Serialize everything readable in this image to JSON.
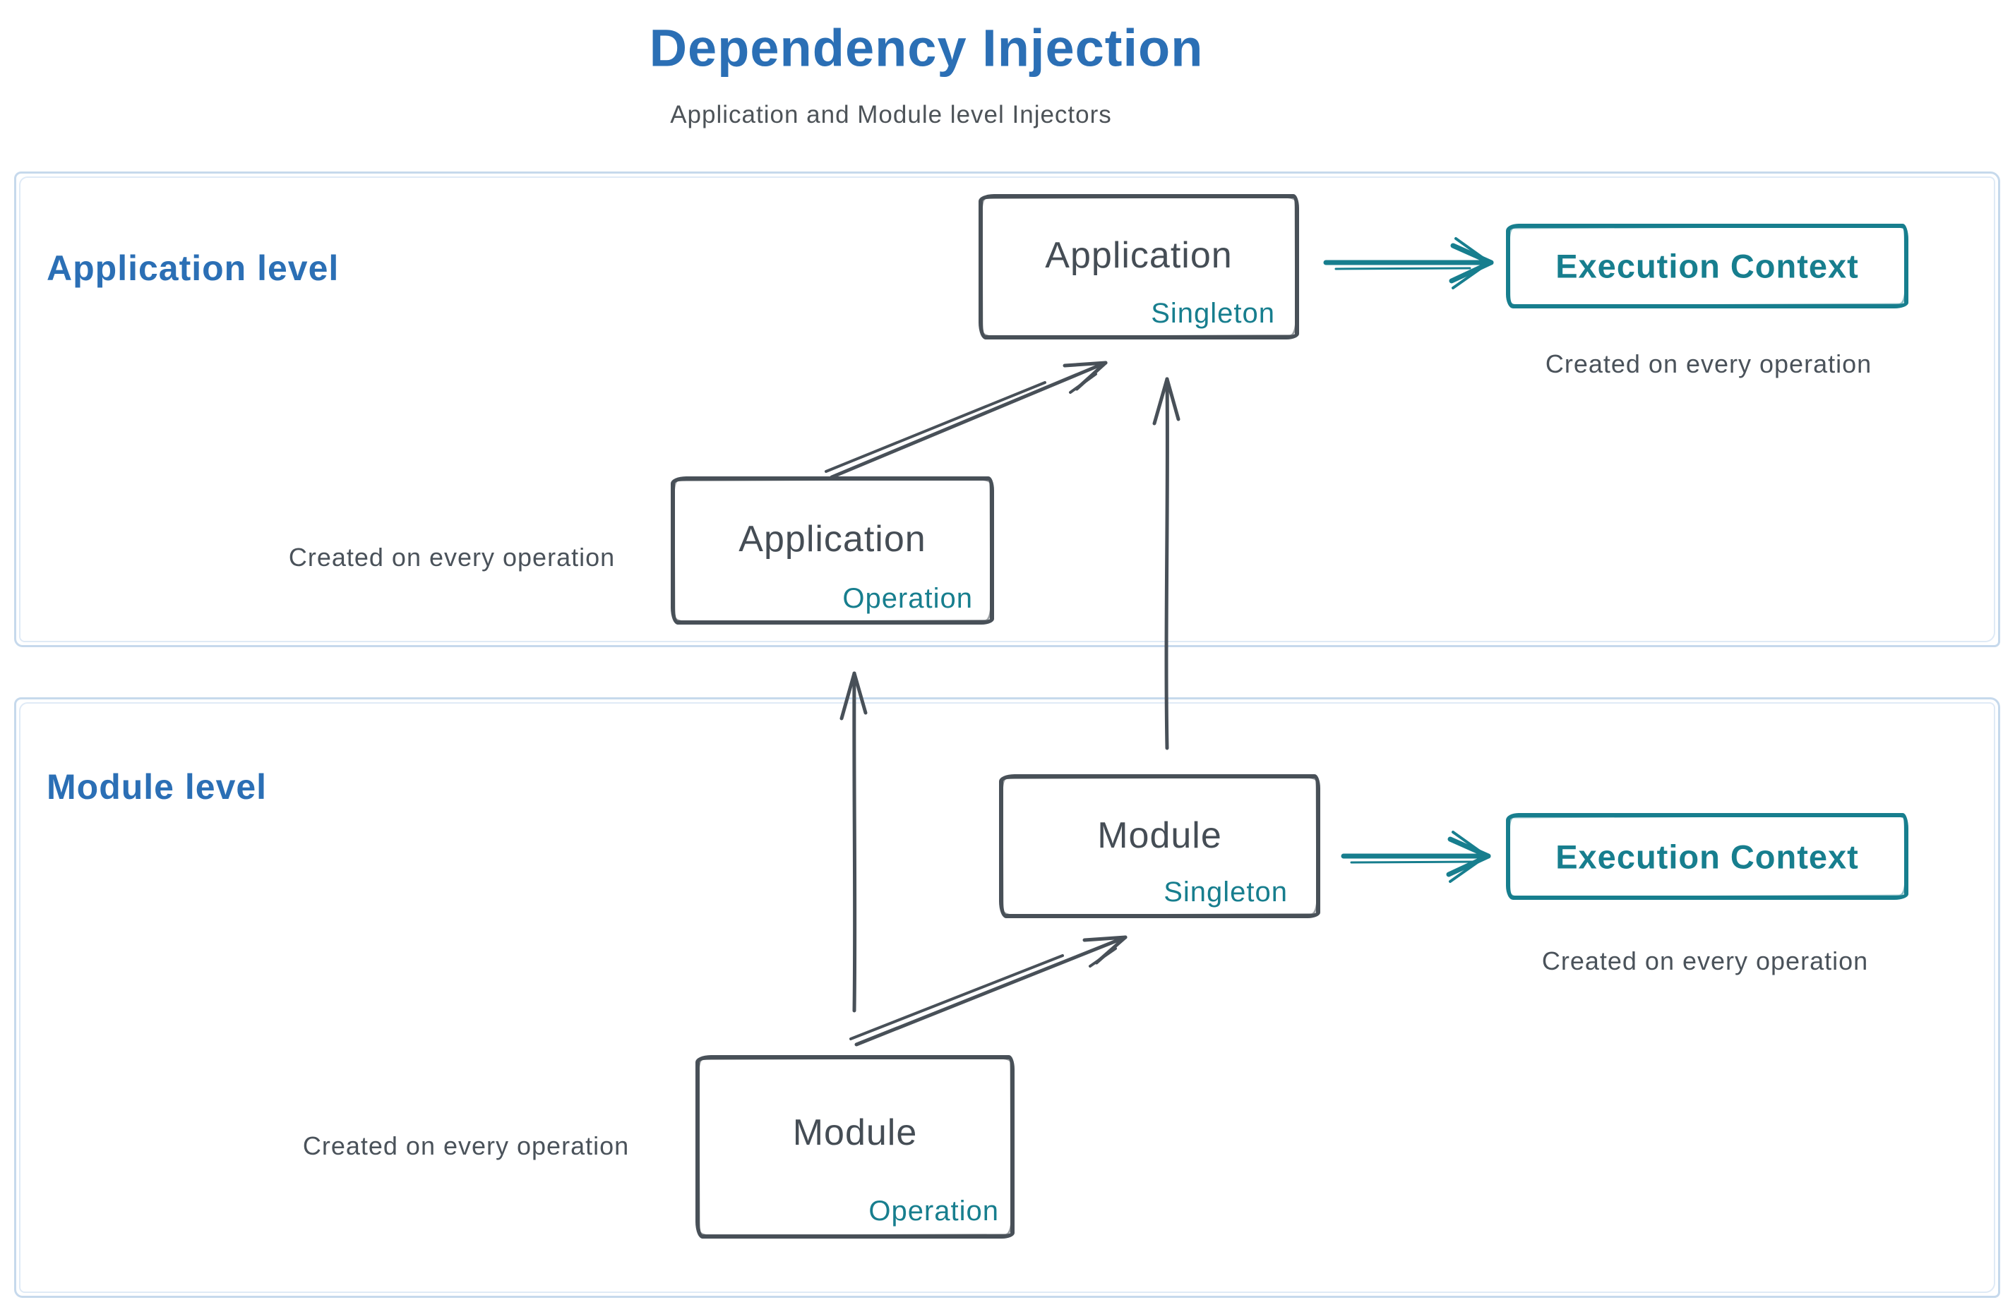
{
  "title": "Dependency Injection",
  "subtitle": "Application and Module level Injectors",
  "colors": {
    "accent_blue": "#2b6fb5",
    "dark": "#485058",
    "teal": "#177e8e",
    "section_border": "#c6d9ec"
  },
  "application_level": {
    "label": "Application level",
    "singleton_box": {
      "title": "Application",
      "tag": "Singleton"
    },
    "operation_box": {
      "title": "Application",
      "tag": "Operation"
    },
    "operation_caption": "Created on every operation",
    "execution_context": {
      "label": "Execution Context",
      "caption": "Created on every operation"
    }
  },
  "module_level": {
    "label": "Module level",
    "singleton_box": {
      "title": "Module",
      "tag": "Singleton"
    },
    "operation_box": {
      "title": "Module",
      "tag": "Operation"
    },
    "operation_caption": "Created on every operation",
    "execution_context": {
      "label": "Execution Context",
      "caption": "Created on every operation"
    }
  },
  "arrows": [
    {
      "name": "app-operation-to-app-singleton",
      "color": "dark"
    },
    {
      "name": "module-singleton-to-app-singleton",
      "color": "dark"
    },
    {
      "name": "module-operation-to-app-operation",
      "color": "dark"
    },
    {
      "name": "module-operation-to-module-singleton",
      "color": "dark"
    },
    {
      "name": "app-singleton-to-execution-context",
      "color": "teal"
    },
    {
      "name": "module-singleton-to-execution-context",
      "color": "teal"
    }
  ]
}
